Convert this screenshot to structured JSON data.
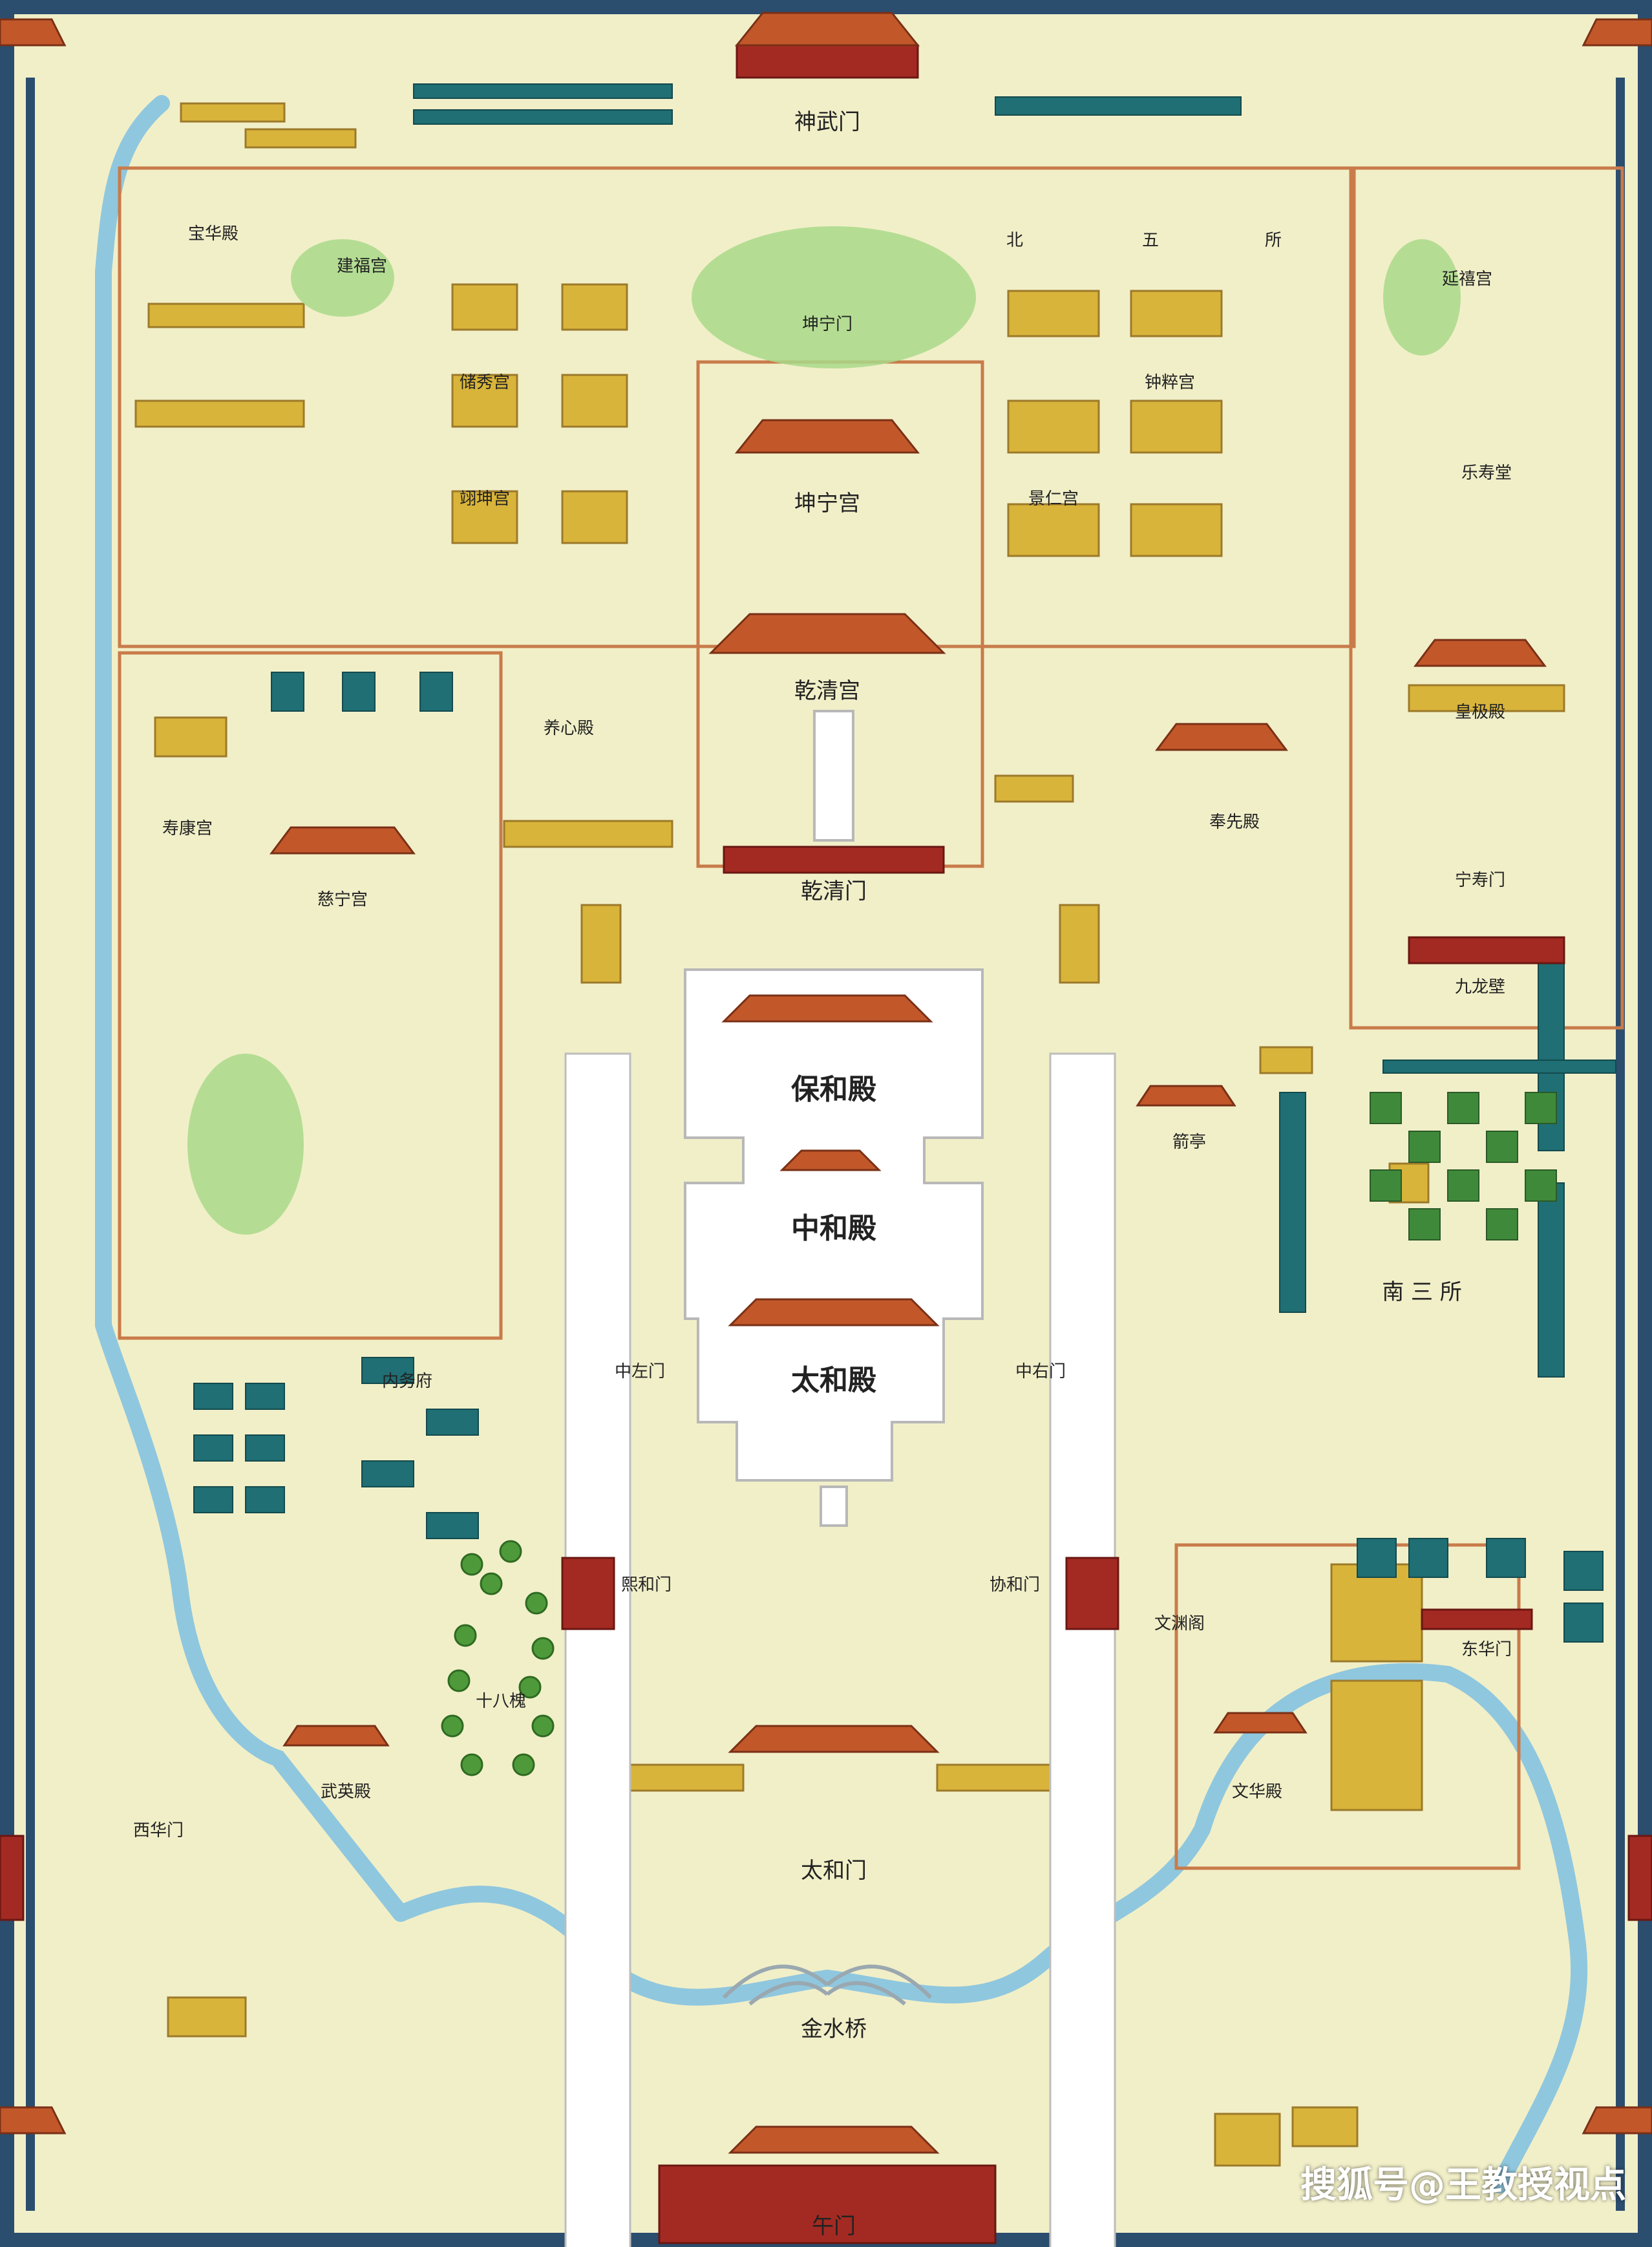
{
  "colors": {
    "background": "#f1efc8",
    "wall_blue": "#2b4d6e",
    "water": "#8fc7de",
    "yellow_block": "#d9b43a",
    "teal_block": "#1f6f74",
    "outline": "#c97b4a",
    "roof": "#c2582a",
    "hall_red": "#a32a22",
    "terrace_white": "#ffffff",
    "tree_green": "#4e9a3a"
  },
  "labels": {
    "shenwu_gate": "神武门",
    "baohe_hall": "保和殿",
    "zhonghe_hall": "中和殿",
    "taihe_hall": "太和殿",
    "taihe_gate": "太和门",
    "golden_water_bridge": "金水桥",
    "meridian_gate": "午门",
    "qianqing_palace": "乾清宫",
    "qianqing_gate": "乾清门",
    "kunning_palace": "坤宁宫",
    "imperial_garden_gate": "坤宁门",
    "north_offices": [
      "北",
      "五",
      "所"
    ],
    "yangxin_hall": "养心殿",
    "cining_palace": "慈宁宫",
    "ningshou_palace": "皇极殿",
    "ningshou_gate": "宁寿门",
    "nine_dragon_wall": "九龙壁",
    "south_three_offices": "南 三 所",
    "wenyuan_pavilion": "文渊阁",
    "wenhua_hall": "文华殿",
    "wuying_hall": "武英殿",
    "xihua_gate": "西华门",
    "donghua_gate": "东华门",
    "zhongzuo_gate": "中左门",
    "zhongyou_gate": "中右门",
    "xiyou_gate": "熙和门",
    "xiehe_gate": "协和门",
    "nei_wu_fu": "内务府",
    "shijiu_trees": "十八槐",
    "jianting": "箭亭",
    "zhongcui": "钟粹宫",
    "chuxiu": "储秀宫",
    "yikun": "翊坤宫",
    "jingren": "景仁宫",
    "fengxian": "奉先殿",
    "leshou": "乐寿堂",
    "yanxi": "延禧宫",
    "shoukang": "寿康宫",
    "jianfu": "建福宫",
    "xiao_shou": "宝华殿"
  },
  "watermark": "搜狐号@王教授视点"
}
